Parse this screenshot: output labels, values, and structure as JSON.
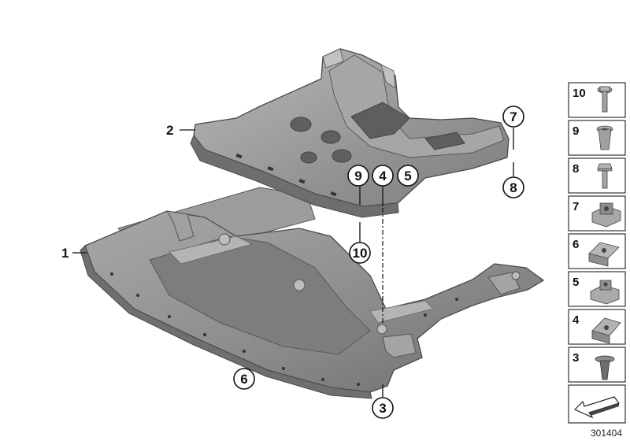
{
  "diagram": {
    "callouts": [
      {
        "id": "c1",
        "label": "1",
        "style": "plain"
      },
      {
        "id": "c2",
        "label": "2",
        "style": "plain"
      },
      {
        "id": "c3",
        "label": "3",
        "style": "circle"
      },
      {
        "id": "c4",
        "label": "4",
        "style": "circle"
      },
      {
        "id": "c5",
        "label": "5",
        "style": "circle"
      },
      {
        "id": "c6",
        "label": "6",
        "style": "circle"
      },
      {
        "id": "c7",
        "label": "7",
        "style": "circle"
      },
      {
        "id": "c8",
        "label": "8",
        "style": "circle"
      },
      {
        "id": "c9",
        "label": "9",
        "style": "circle"
      },
      {
        "id": "c10",
        "label": "10",
        "style": "circle"
      }
    ],
    "key_items": [
      {
        "label": "10",
        "icon": "bolt-with-collar-icon"
      },
      {
        "label": "9",
        "icon": "rivet-nut-icon"
      },
      {
        "label": "8",
        "icon": "hex-bolt-icon"
      },
      {
        "label": "7",
        "icon": "cage-nut-icon"
      },
      {
        "label": "6",
        "icon": "spring-clip-icon"
      },
      {
        "label": "5",
        "icon": "square-clip-nut-icon"
      },
      {
        "label": "4",
        "icon": "u-nut-icon"
      },
      {
        "label": "3",
        "icon": "expanding-rivet-icon"
      }
    ],
    "orientation_icon": "direction-arrow-icon",
    "diagram_number": "301404",
    "colors": {
      "panel_fill": "#8e8e8e",
      "panel_light": "#b0b0b0",
      "panel_dark": "#6e6e6e",
      "outline": "#4a4a4a",
      "label": "#111111"
    }
  }
}
